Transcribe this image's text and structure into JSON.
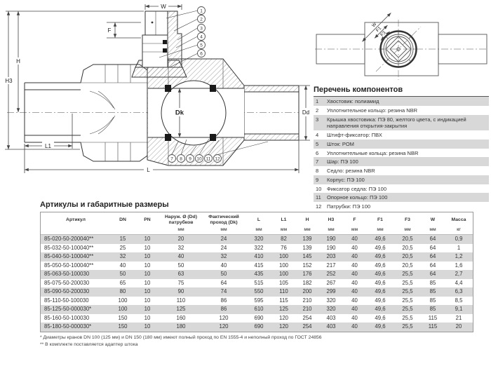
{
  "drawing": {
    "labels": {
      "W": "W",
      "F": "F",
      "H": "H",
      "H3": "H3",
      "Dk": "Dk",
      "Dd": "Dd",
      "L1": "L1",
      "L": "L",
      "Wt": "W",
      "F1": "F1",
      "F3": "F3"
    },
    "callouts": [
      "1",
      "2",
      "3",
      "4",
      "5",
      "6",
      "7",
      "8",
      "9",
      "10",
      "11",
      "12"
    ]
  },
  "components": {
    "title": "Перечень компонентов",
    "items": [
      {
        "num": "1",
        "text": "Хвостовик: полиамид"
      },
      {
        "num": "2",
        "text": "Уплотнительное кольцо: резина NBR"
      },
      {
        "num": "3",
        "text": "Крышка хвостовика: ПЭ 80, желтого цвета, с индикацией направления открытия-закрытия"
      },
      {
        "num": "4",
        "text": "Штифт-фиксатор: ПВХ"
      },
      {
        "num": "5",
        "text": "Шток: POM"
      },
      {
        "num": "6",
        "text": "Уплотнительные кольца: резина NBR"
      },
      {
        "num": "7",
        "text": "Шар: ПЭ 100"
      },
      {
        "num": "8",
        "text": "Седло: резина NBR"
      },
      {
        "num": "9",
        "text": "Корпус: ПЭ 100"
      },
      {
        "num": "10",
        "text": "Фиксатор седла: ПЭ 100"
      },
      {
        "num": "11",
        "text": "Опорное кольцо: ПЭ 100"
      },
      {
        "num": "12",
        "text": "Патрубки: ПЭ 100"
      }
    ]
  },
  "table": {
    "title": "Артикулы и габаритные размеры",
    "columns": [
      "Артикул",
      "DN",
      "PN",
      "Наруж. Ø (Dd) патрубков",
      "Фактический проход (Dk)",
      "L",
      "L1",
      "H",
      "H3",
      "F",
      "F1",
      "F3",
      "W",
      "Масса"
    ],
    "units": [
      "",
      "",
      "",
      "мм",
      "мм",
      "мм",
      "мм",
      "мм",
      "мм",
      "мм",
      "мм",
      "мм",
      "мм",
      "кг"
    ],
    "rows": [
      [
        "85-020-50-200040**",
        "15",
        "10",
        "20",
        "24",
        "320",
        "82",
        "139",
        "190",
        "40",
        "49,6",
        "20,5",
        "64",
        "0,9"
      ],
      [
        "85-032-50-100040**",
        "25",
        "10",
        "32",
        "24",
        "322",
        "76",
        "139",
        "190",
        "40",
        "49,6",
        "20,5",
        "64",
        "1"
      ],
      [
        "85-040-50-100040**",
        "32",
        "10",
        "40",
        "32",
        "410",
        "100",
        "145",
        "203",
        "40",
        "49,6",
        "20,5",
        "64",
        "1,2"
      ],
      [
        "85-050-50-100040**",
        "40",
        "10",
        "50",
        "40",
        "415",
        "100",
        "152",
        "217",
        "40",
        "49,6",
        "20,5",
        "64",
        "1,6"
      ],
      [
        "85-063-50-100030",
        "50",
        "10",
        "63",
        "50",
        "435",
        "100",
        "176",
        "252",
        "40",
        "49,6",
        "25,5",
        "64",
        "2,7"
      ],
      [
        "85-075-50-200030",
        "65",
        "10",
        "75",
        "64",
        "515",
        "105",
        "182",
        "267",
        "40",
        "49,6",
        "25,5",
        "85",
        "4,4"
      ],
      [
        "85-090-50-200030",
        "80",
        "10",
        "90",
        "74",
        "550",
        "110",
        "200",
        "299",
        "40",
        "49,6",
        "25,5",
        "85",
        "6,3"
      ],
      [
        "85-110-50-100030",
        "100",
        "10",
        "110",
        "86",
        "595",
        "115",
        "210",
        "320",
        "40",
        "49,6",
        "25,5",
        "85",
        "8,5"
      ],
      [
        "85-125-50-000030*",
        "100",
        "10",
        "125",
        "86",
        "610",
        "125",
        "210",
        "320",
        "40",
        "49,6",
        "25,5",
        "85",
        "9,1"
      ],
      [
        "85-160-50-100030",
        "150",
        "10",
        "160",
        "120",
        "690",
        "120",
        "254",
        "403",
        "40",
        "49,6",
        "25,5",
        "115",
        "21"
      ],
      [
        "85-180-50-000030*",
        "150",
        "10",
        "180",
        "120",
        "690",
        "120",
        "254",
        "403",
        "40",
        "49,6",
        "25,5",
        "115",
        "20"
      ]
    ],
    "footnotes": [
      "* Диаметры кранов DN 100 (125 мм) и DN 150 (180 мм) имеют полный проход по EN 1555-4  и неполный проход по ГОСТ 24856",
      "** В комплекте поставляется адаптер штока"
    ]
  }
}
